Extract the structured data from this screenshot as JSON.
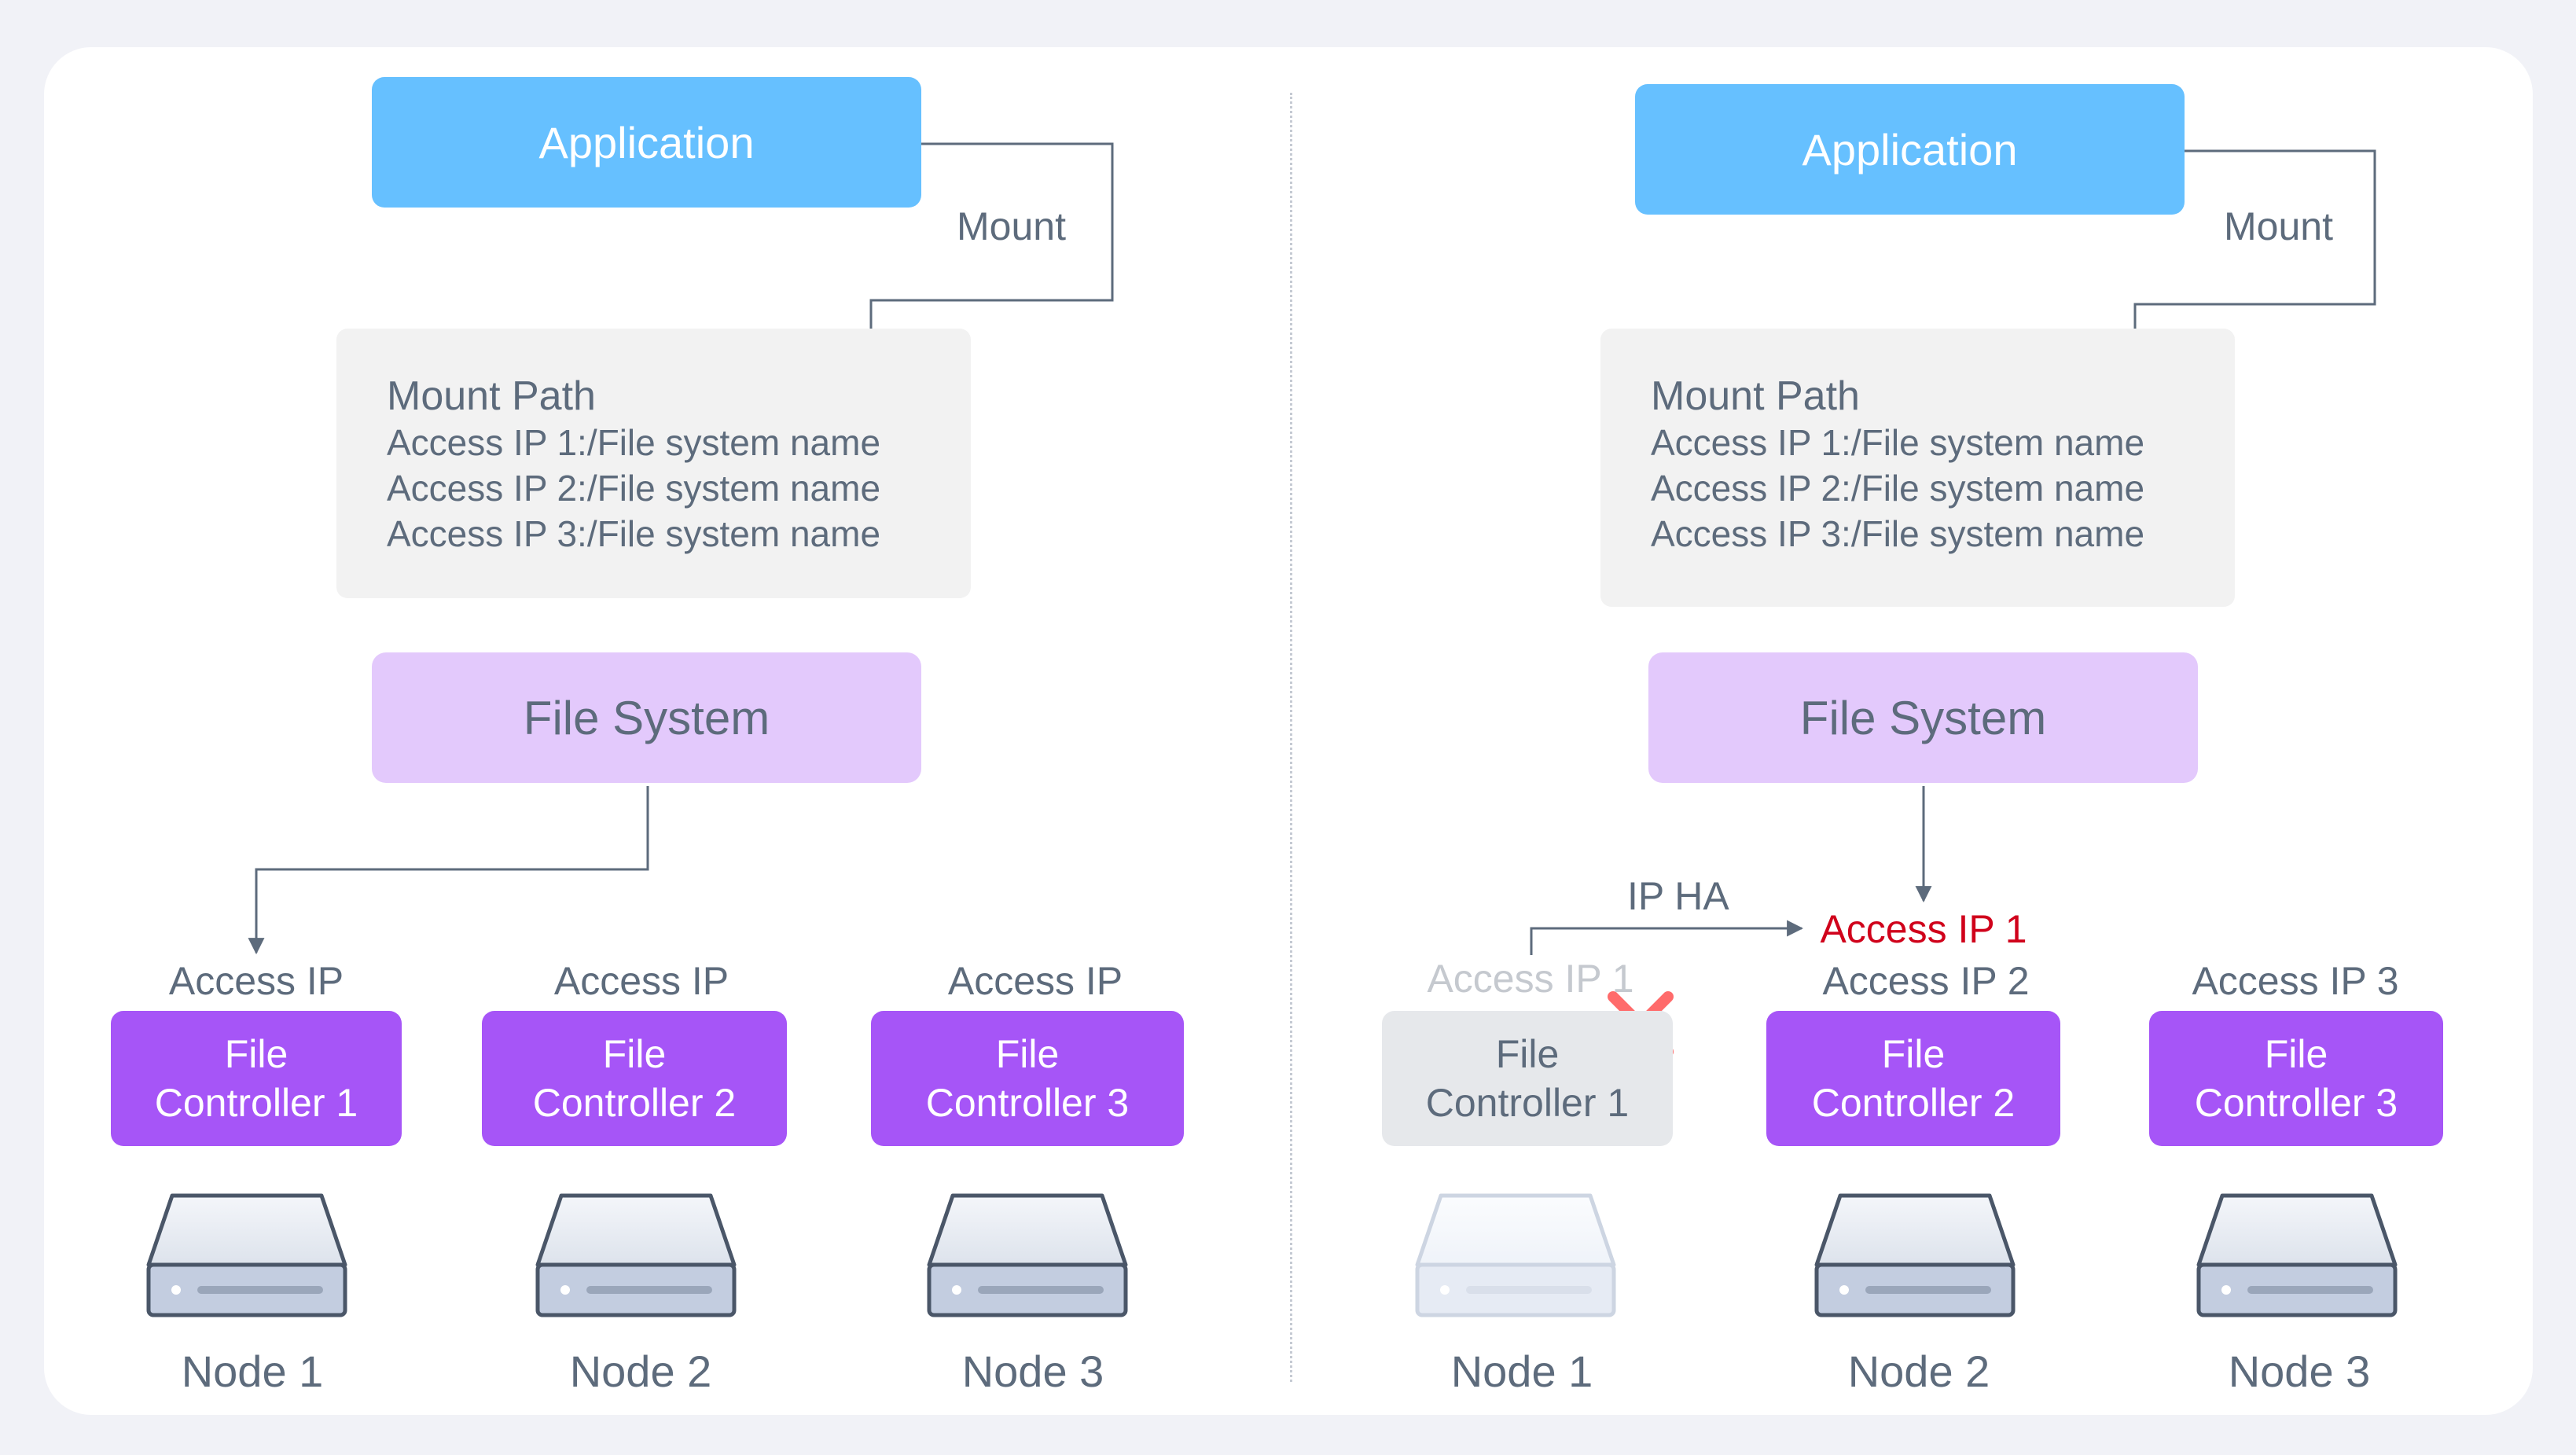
{
  "left": {
    "application": "Application",
    "mount_label": "Mount",
    "mount_path": {
      "title": "Mount Path",
      "lines": [
        "Access IP 1:/File system name",
        "Access IP 2:/File system name",
        "Access IP 3:/File system name"
      ]
    },
    "file_system": "File System",
    "access_labels": [
      "Access IP",
      "Access IP",
      "Access IP"
    ],
    "controllers": [
      {
        "line1": "File",
        "line2": "Controller 1"
      },
      {
        "line1": "File",
        "line2": "Controller 2"
      },
      {
        "line1": "File",
        "line2": "Controller 3"
      }
    ],
    "nodes": [
      "Node 1",
      "Node 2",
      "Node 3"
    ]
  },
  "right": {
    "application": "Application",
    "mount_label": "Mount",
    "mount_path": {
      "title": "Mount Path",
      "lines": [
        "Access IP 1:/File system name",
        "Access IP 2:/File system name",
        "Access IP 3:/File system name"
      ]
    },
    "file_system": "File System",
    "ip_ha": "IP HA",
    "failover_ip": "Access IP 1",
    "access_labels": [
      "Access IP 1",
      "Access IP 2",
      "Access IP 3"
    ],
    "controllers": [
      {
        "line1": "File",
        "line2": "Controller 1"
      },
      {
        "line1": "File",
        "line2": "Controller 2"
      },
      {
        "line1": "File",
        "line2": "Controller 3"
      }
    ],
    "nodes": [
      "Node 1",
      "Node 2",
      "Node 3"
    ]
  },
  "colors": {
    "application": "#66c0ff",
    "file_system": "#e3c9fc",
    "controller": "#a655f7",
    "controller_failed": "#e6e8eb",
    "failed_mark": "#ff6b6b",
    "failover_ip": "#d0021b"
  },
  "icons": {
    "server": "server-icon",
    "failed": "cross-icon",
    "arrow": "arrow-icon"
  }
}
